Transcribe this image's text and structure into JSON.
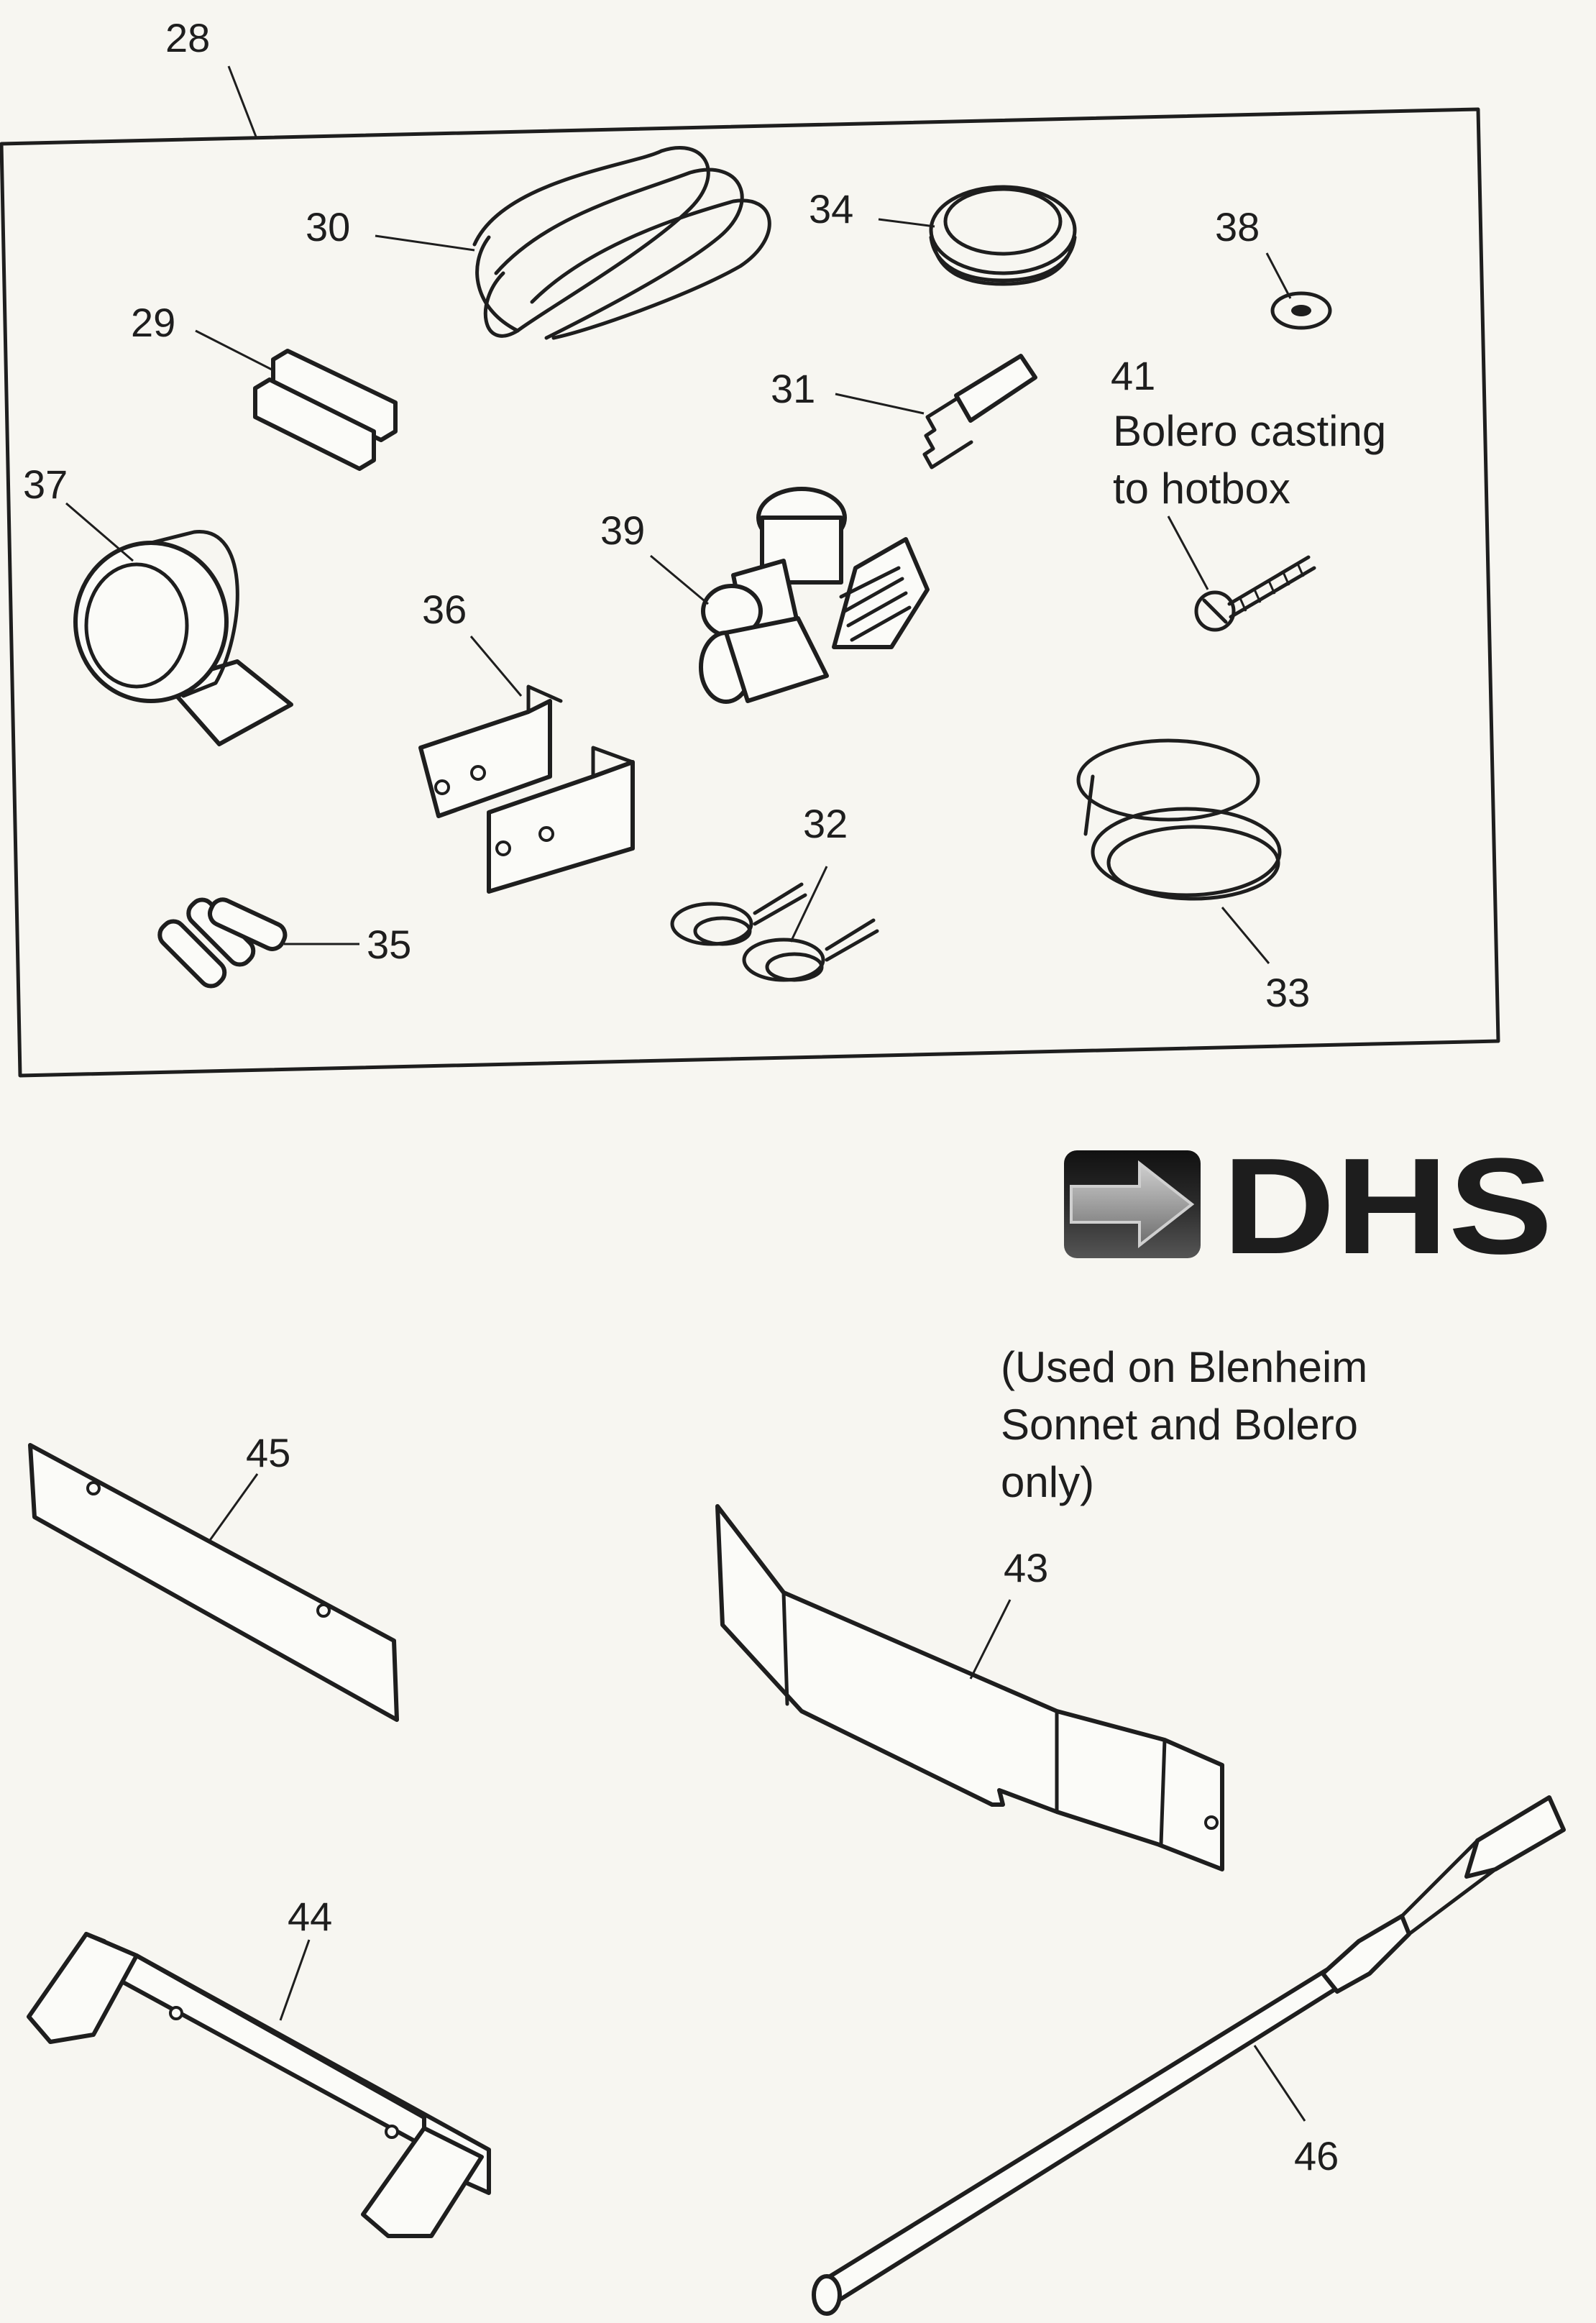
{
  "callouts": {
    "c28": "28",
    "c29": "29",
    "c30": "30",
    "c31": "31",
    "c32": "32",
    "c33": "33",
    "c34": "34",
    "c35": "35",
    "c36": "36",
    "c37": "37",
    "c38": "38",
    "c39": "39",
    "c41": "41",
    "c43": "43",
    "c44": "44",
    "c45": "45",
    "c46": "46"
  },
  "notes": {
    "n41_line1": "Bolero casting",
    "n41_line2": "to hotbox",
    "used_line1": "(Used on Blenheim",
    "used_line2": "Sonnet and Bolero",
    "used_line3": "only)"
  },
  "logo": {
    "text": "DHS"
  },
  "colors": {
    "ink": "#1e1e1e",
    "paper": "#f7f6f1",
    "logo_dark": "#1d1d1d",
    "logo_arrow": "#9a9a9a"
  }
}
